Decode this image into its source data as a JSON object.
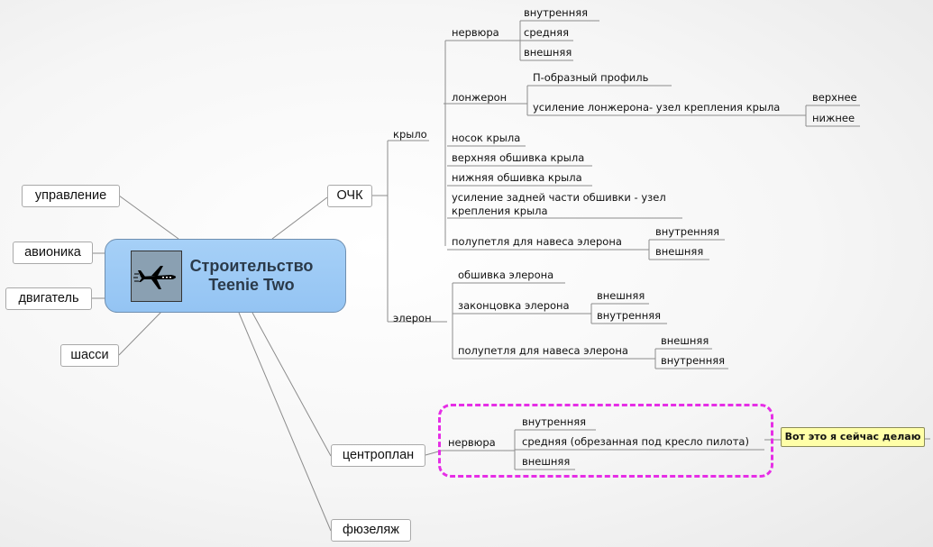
{
  "central": {
    "line1": "Строительство",
    "line2": "Teenie Two",
    "icon": "airplane-icon"
  },
  "colors": {
    "central_bg": "#9ecbf5",
    "highlight": "#e62ee6",
    "callout_bg": "#ffffa8",
    "line": "#8c8c8c"
  },
  "callout": "Вот это я сейчас делаю",
  "boxes": {
    "upravlenie": "управление",
    "avionika": "авионика",
    "dvigatel": "двигатель",
    "shassi": "шасси",
    "ochk": "ОЧК",
    "centroplan": "центроплан",
    "fuzelyazh": "фюзеляж"
  },
  "labels": {
    "krylo": "крыло",
    "nervyura": "нервюра",
    "nerv_vnutr": "внутренняя",
    "nerv_sred": "средняя",
    "nerv_vnesh": "внешняя",
    "lonzheron": "лонжерон",
    "p_profil": "П-образный профиль",
    "usilenie_lonz": "усиление лонжерона- узел крепления крыла",
    "verhnee": "верхнее",
    "nizhnee": "нижнее",
    "nosok": "носок крыла",
    "verh_obsh": "верхняя обшивка крыла",
    "nizh_obsh": "нижняя обшивка крыла",
    "usil_zad_1": "усиление задней части обшивки - узел",
    "usil_zad_2": "крепления крыла",
    "polupetlya_kr": "полупетля для навеса элерона",
    "polu_kr_vnutr": "внутренняя",
    "polu_kr_vnesh": "внешняя",
    "eleron": "элерон",
    "obsh_el": "обшивка элерона",
    "zakonc": "законцовка элерона",
    "zak_vnesh": "внешняя",
    "zak_vnutr": "внутренняя",
    "polupetlya_el": "полупетля для навеса элерона",
    "polu_el_vnesh": "внешняя",
    "polu_el_vnutr": "внутренняя",
    "c_nervyura": "нервюра",
    "c_vnutr": "внутренняя",
    "c_sred": "средняя (обрезанная под кресло пилота)",
    "c_vnesh": "внешняя"
  }
}
